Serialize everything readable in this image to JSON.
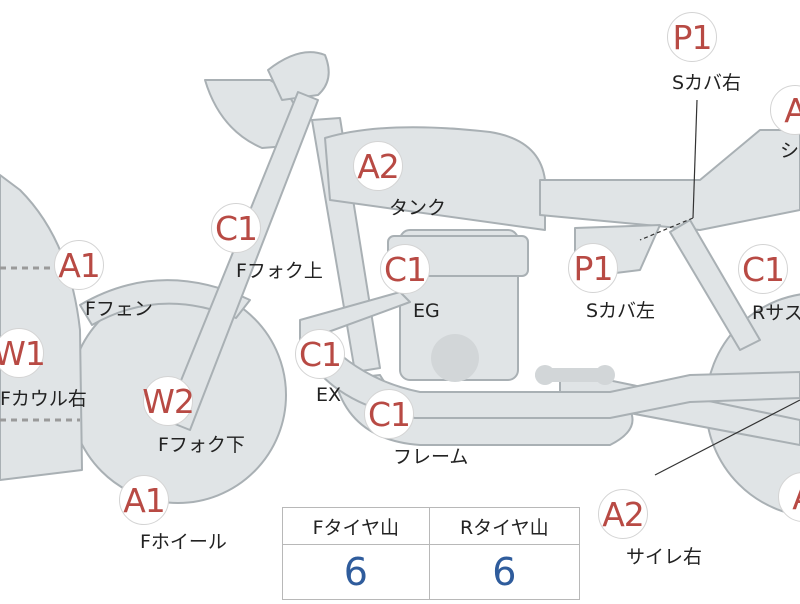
{
  "colors": {
    "part_fill": "#e0e4e6",
    "part_stroke": "#a9b0b4",
    "code_text": "#b84a44",
    "tire_value": "#2f5c9c",
    "table_border": "#b8b8b8"
  },
  "parts": [
    {
      "code": "P1",
      "label": "Sカバ右"
    },
    {
      "code": "A",
      "label": "シ"
    },
    {
      "code": "A2",
      "label": "タンク"
    },
    {
      "code": "C1",
      "label": "Fフォク上"
    },
    {
      "code": "C1",
      "label": "EG"
    },
    {
      "code": "P1",
      "label": "Sカバ左"
    },
    {
      "code": "C1",
      "label": "Rサス"
    },
    {
      "code": "A1",
      "label": "Fフェン"
    },
    {
      "code": "W1",
      "label": "Fカウル右"
    },
    {
      "code": "C1",
      "label": "EX"
    },
    {
      "code": "W2",
      "label": "Fフォク下"
    },
    {
      "code": "C1",
      "label": "フレーム"
    },
    {
      "code": "A1",
      "label": "Fホイール"
    },
    {
      "code": "A2",
      "label": "サイレ右"
    },
    {
      "code": "A",
      "label": ""
    }
  ],
  "tire_table": {
    "headers": [
      "Fタイヤ山",
      "Rタイヤ山"
    ],
    "values": [
      "6",
      "6"
    ]
  }
}
